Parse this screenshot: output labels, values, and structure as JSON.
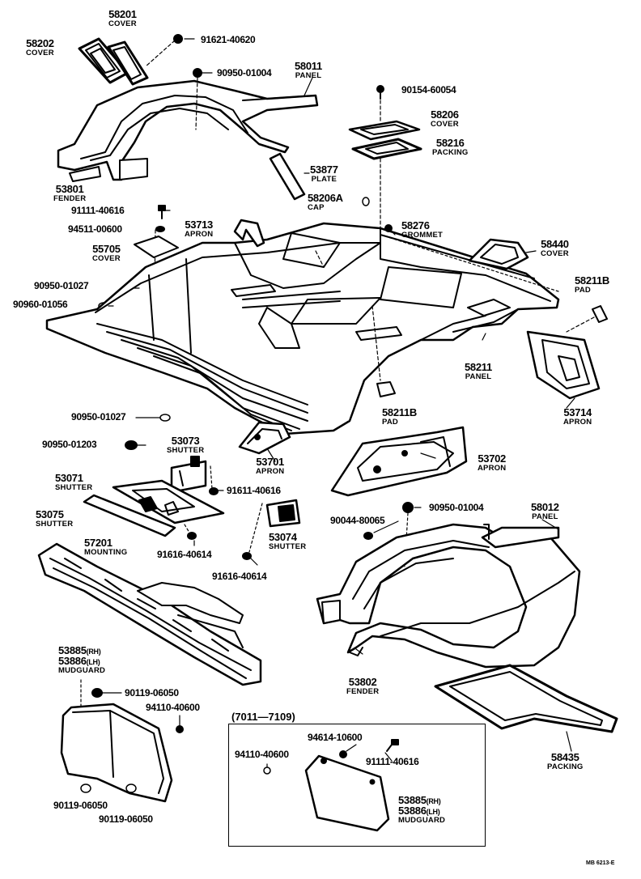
{
  "labels": {
    "p58201": {
      "num": "58201",
      "name": "COVER"
    },
    "p58202": {
      "num": "58202",
      "name": "COVER"
    },
    "p58011": {
      "num": "58011",
      "name": "PANEL"
    },
    "p53801": {
      "num": "53801",
      "name": "FENDER"
    },
    "p53877": {
      "num": "53877",
      "name": "PLATE"
    },
    "p58206": {
      "num": "58206",
      "name": "COVER"
    },
    "p58216": {
      "num": "58216",
      "name": "PACKING"
    },
    "p58206A": {
      "num": "58206A",
      "name": "CAP"
    },
    "p53713": {
      "num": "53713",
      "name": "APRON"
    },
    "p58276": {
      "num": "58276",
      "name": "GROMMET"
    },
    "p55705": {
      "num": "55705",
      "name": "COVER"
    },
    "p58440": {
      "num": "58440",
      "name": "COVER"
    },
    "p58211B_top": {
      "num": "58211B",
      "name": "PAD"
    },
    "p58211": {
      "num": "58211",
      "name": "PANEL"
    },
    "p58211B_mid": {
      "num": "58211B",
      "name": "PAD"
    },
    "p53714": {
      "num": "53714",
      "name": "APRON"
    },
    "p53701": {
      "num": "53701",
      "name": "APRON"
    },
    "p53073": {
      "num": "53073",
      "name": "SHUTTER"
    },
    "p53071": {
      "num": "53071",
      "name": "SHUTTER"
    },
    "p53702": {
      "num": "53702",
      "name": "APRON"
    },
    "p53075": {
      "num": "53075",
      "name": "SHUTTER"
    },
    "p58012": {
      "num": "58012",
      "name": "PANEL"
    },
    "p53074": {
      "num": "53074",
      "name": "SHUTTER"
    },
    "p57201": {
      "num": "57201",
      "name": "MOUNTING"
    },
    "p53802": {
      "num": "53802",
      "name": "FENDER"
    },
    "p58435": {
      "num": "58435",
      "name": "PACKING"
    }
  },
  "mudguard_main": {
    "rh": "53885",
    "rh_suffix": "(RH)",
    "lh": "53886",
    "lh_suffix": "(LH)",
    "name": "MUDGUARD"
  },
  "mudguard_box": {
    "rh": "53885",
    "rh_suffix": "(RH)",
    "lh": "53886",
    "lh_suffix": "(LH)",
    "name": "MUDGUARD"
  },
  "part_numbers": {
    "n91621_40620": "91621-40620",
    "n90950_01004_a": "90950-01004",
    "n90154_60054": "90154-60054",
    "n91111_40616_a": "91111-40616",
    "n94511_00600": "94511-00600",
    "n90950_01027_a": "90950-01027",
    "n90960_01056": "90960-01056",
    "n90950_01027_b": "90950-01027",
    "n90950_01203": "90950-01203",
    "n91611_40616": "91611-40616",
    "n91616_40614_a": "91616-40614",
    "n91616_40614_b": "91616-40614",
    "n90044_80065": "90044-80065",
    "n90950_01004_b": "90950-01004",
    "n90119_06050_a": "90119-06050",
    "n94110_40600_a": "94110-40600",
    "n90119_06050_b": "90119-06050",
    "n90119_06050_c": "90119-06050",
    "n94614_10600": "94614-10600",
    "n94110_40600_b": "94110-40600",
    "n91111_40616_b": "91111-40616"
  },
  "sub_box_title": "(7011—7109)",
  "footer_code": "MB 6213-E"
}
